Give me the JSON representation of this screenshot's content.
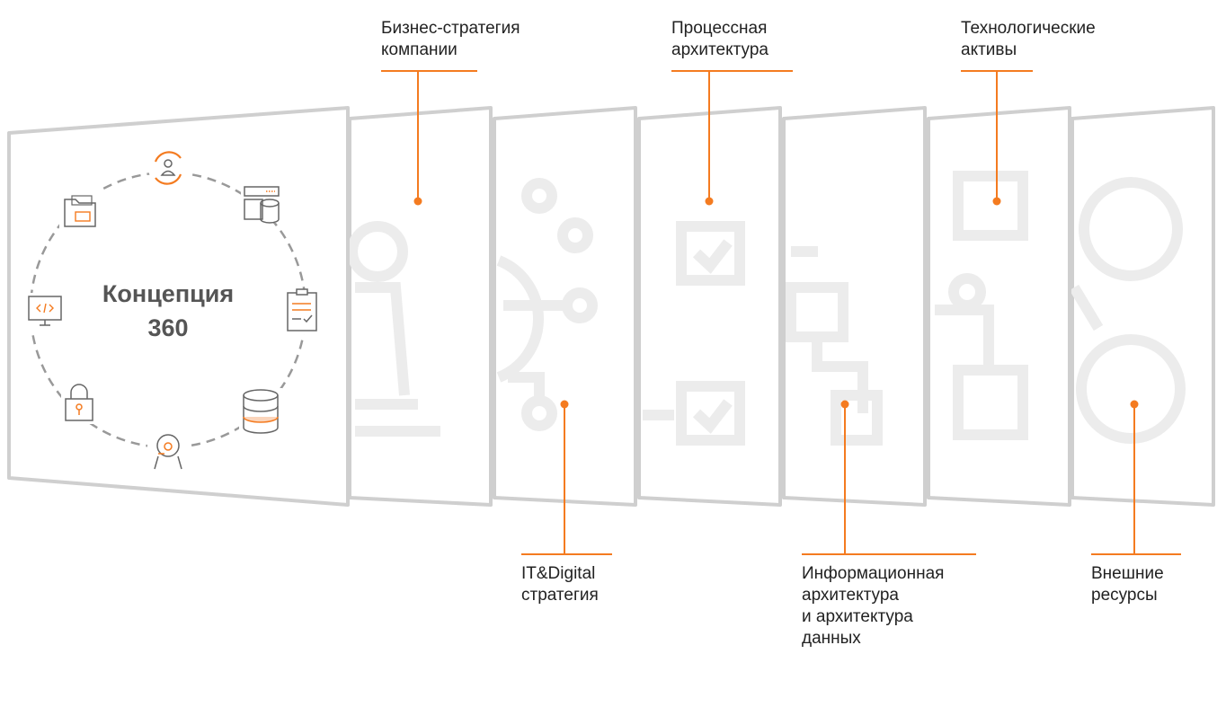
{
  "concept": {
    "title_line1": "Концепция",
    "title_line2": "360"
  },
  "accent_color": "#f47b20",
  "panel_color": "#cfcfcf",
  "labels": {
    "business_strategy": [
      "Бизнес-стратегия",
      "компании"
    ],
    "process_architecture": [
      "Процессная",
      "архитектура"
    ],
    "tech_assets": [
      "Технологические",
      "активы"
    ],
    "it_digital": [
      "IT&Digital",
      "стратегия"
    ],
    "info_architecture": [
      "Информационная",
      "архитектура",
      "и архитектура",
      "данных"
    ],
    "external_resources": [
      "Внешние",
      "ресурсы"
    ]
  },
  "ring_icons": [
    "refresh-user-icon",
    "server-database-icon",
    "checklist-icon",
    "database-icon",
    "support-agent-icon",
    "padlock-icon",
    "code-monitor-icon",
    "folder-icon"
  ]
}
